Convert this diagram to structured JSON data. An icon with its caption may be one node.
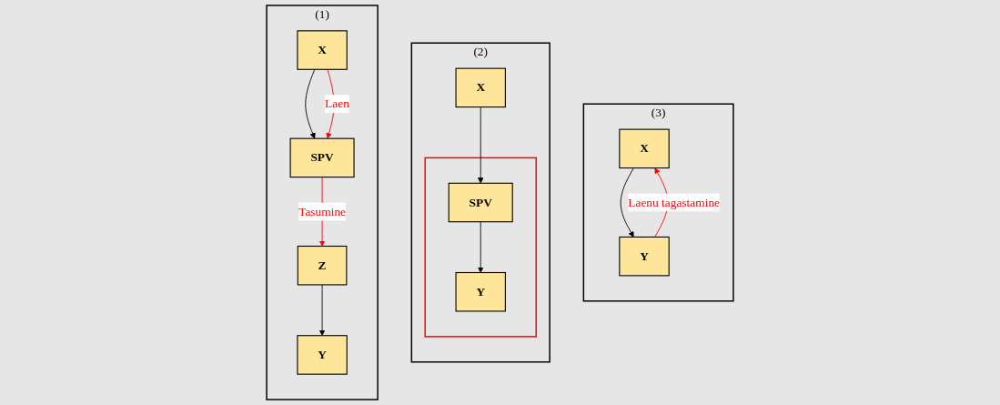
{
  "diagram": {
    "nodes": [
      {
        "text": [
          "(1)"
        ]
      },
      {
        "text": [
          "Z"
        ],
        "in": 0
      },
      {
        "text": [
          "X"
        ],
        "in": 0
      },
      {
        "text": [
          "Y"
        ],
        "in": 0
      },
      {
        "text": [
          "SPV"
        ],
        "in": 0
      },
      {
        "text": [
          "(2)"
        ]
      },
      {
        "text": [
          "X"
        ],
        "in": 5
      },
      {
        "text": [],
        "shape": "box",
        "in": 5
      },
      {
        "text": [
          "SPV"
        ],
        "in": 7
      },
      {
        "text": [
          "Y"
        ],
        "in": 7
      },
      {
        "text": [
          "(3)"
        ]
      },
      {
        "text": [
          "X"
        ],
        "in": 10
      },
      {
        "text": [
          "Y"
        ],
        "in": 10
      }
    ],
    "edges": [
      {
        "from": 1,
        "to": 3,
        "arrow": "to"
      },
      {
        "from": 2,
        "to": 4,
        "arrow": "to"
      },
      {
        "from": 2,
        "to": 4,
        "arrow": "to",
        "label": "Laen",
        "color": "#ff0000"
      },
      {
        "from": 4,
        "to": 1,
        "arrow": "to",
        "label": "Tasumine",
        "color": "#ff0000"
      },
      {
        "from": 6,
        "to": 8,
        "arrow": "to"
      },
      {
        "from": 8,
        "to": 9,
        "arrow": "to"
      },
      {
        "from": 11,
        "to": 12,
        "arrow": "to"
      },
      {
        "from": 12,
        "to": 11,
        "arrow": "to",
        "label": "Laenu tagastamine",
        "color": "#ff0000"
      }
    ]
  }
}
